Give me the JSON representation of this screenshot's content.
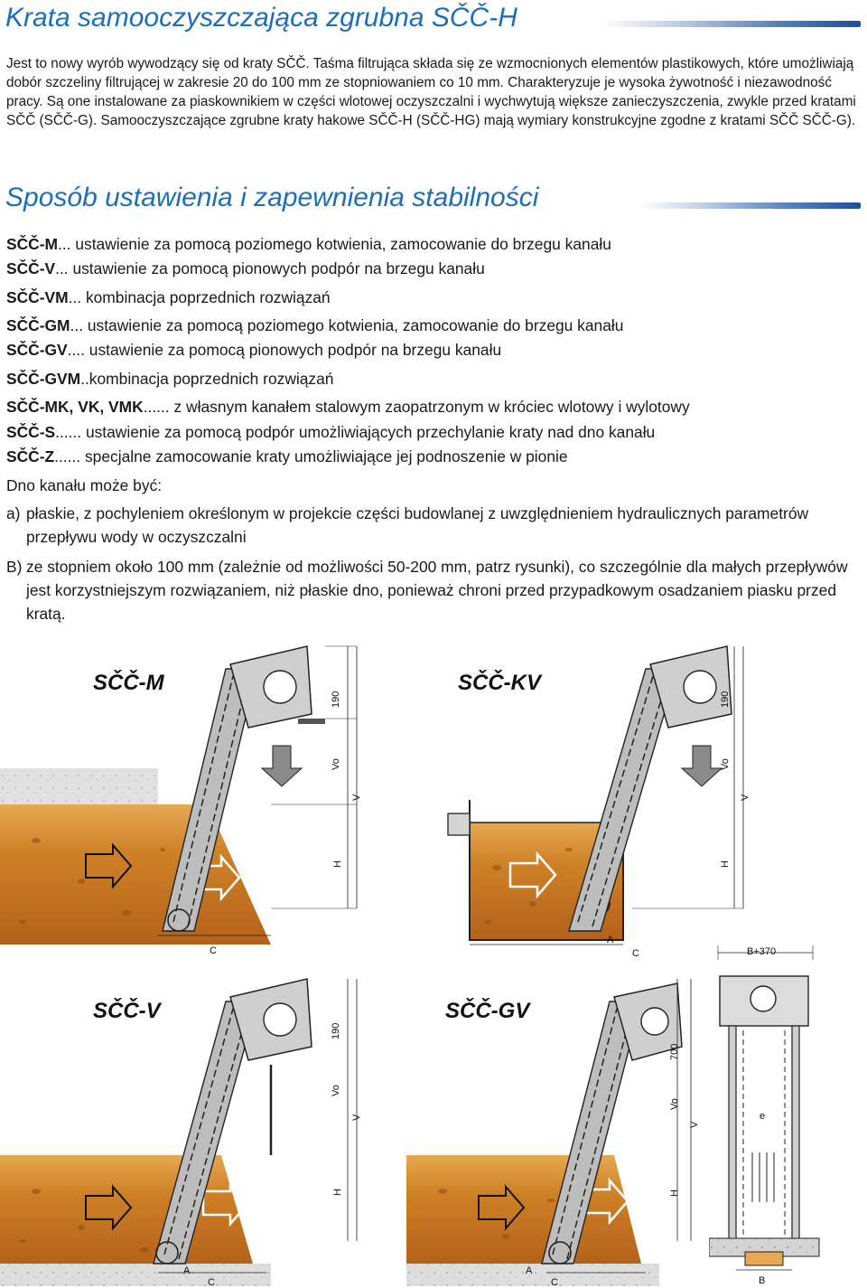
{
  "title": "Krata samooczyszczająca zgrubna SČČ-H",
  "intro": "Jest to nowy wyrób wywodzący się od kraty SČČ. Taśma filtrująca składa się ze wzmocnionych elementów plastikowych, które umożliwiają dobór szczeliny filtrującej w zakresie 20 do 100 mm ze stopniowaniem co 10 mm. Charakteryzuje je wysoka żywotność i niezawodność pracy. Są one instalowane za piaskownikiem w części wlotowej oczyszczalni i wychwytują większe zanieczyszczenia, zwykle przed kratami SČČ (SČČ-G). Samooczyszczające zgrubne kraty hakowe SČČ-H (SČČ-HG) mają wymiary konstrukcyjne zgodne z kratami SČČ SČČ-G).",
  "section2_title": "Sposób ustawienia i zapewnienia stabilności",
  "definitions": [
    {
      "code": "SČČ-M",
      "dots": "...",
      "text": " ustawienie za pomocą poziomego kotwienia, zamocowanie do brzegu kanału"
    },
    {
      "code": "SČČ-V",
      "dots": "...",
      "text": " ustawienie za pomocą pionowych podpór na brzegu kanału"
    },
    {
      "code": "SČČ-VM",
      "dots": "...",
      "text": " kombinacja poprzednich rozwiązań"
    },
    {
      "code": "SČČ-GM",
      "dots": "...",
      "text": " ustawienie za pomocą poziomego kotwienia, zamocowanie do brzegu kanału"
    },
    {
      "code": "SČČ-GV",
      "dots": "....",
      "text": " ustawienie za pomocą pionowych podpór na brzegu kanału"
    },
    {
      "code": "SČČ-GVM",
      "dots": "..",
      "text": "kombinacja poprzednich rozwiązań"
    },
    {
      "code": "SČČ-MK, VK, VMK",
      "dots": "......",
      "text": " z własnym kanałem stalowym zaopatrzonym w króciec wlotowy i wylotowy"
    },
    {
      "code": "SČČ-S",
      "dots": "......",
      "text": " ustawienie za pomocą podpór umożliwiających przechylanie kraty nad dno kanału"
    },
    {
      "code": "SČČ-Z",
      "dots": "......",
      "text": " specjalne zamocowanie kraty umożliwiające jej podnoszenie w pionie"
    }
  ],
  "bottom_intro": "Dno kanału może być:",
  "options": [
    {
      "mark": "a)",
      "text": "płaskie, z pochyleniem określonym w projekcie części budowlanej z uwzględnieniem hydraulicznych parametrów przepływu wody w oczyszczalni"
    },
    {
      "mark": "B)",
      "text": "ze stopniem około 100 mm (zależnie od możliwości 50-200 mm, patrz rysunki), co szczególnie dla małych przepływów jest korzystniejszym rozwiązaniem, niż płaskie dno, ponieważ chroni przed przypadkowym osadzaniem piasku przed kratą."
    }
  ],
  "figures": {
    "m": {
      "label": "SČČ-M",
      "dims": [
        "190",
        "Vo",
        "V",
        "H",
        "C"
      ]
    },
    "kv": {
      "label": "SČČ-KV",
      "dims": [
        "190",
        "Vo",
        "V",
        "H",
        "A",
        "C"
      ]
    },
    "v": {
      "label": "SČČ-V",
      "dims": [
        "190",
        "Vo",
        "V",
        "H",
        "A",
        "C"
      ]
    },
    "gv": {
      "label": "SČČ-GV",
      "dims": [
        "700",
        "Vo",
        "V",
        "H",
        "A",
        "C"
      ]
    },
    "front": {
      "dims": [
        "B+370",
        "e",
        "B"
      ]
    }
  },
  "colors": {
    "title": "#1b6fb8",
    "water": "#c9781f",
    "water_light": "#e3a24a",
    "concrete": "#cfcfcf",
    "arrow": "#8a8a8a"
  }
}
